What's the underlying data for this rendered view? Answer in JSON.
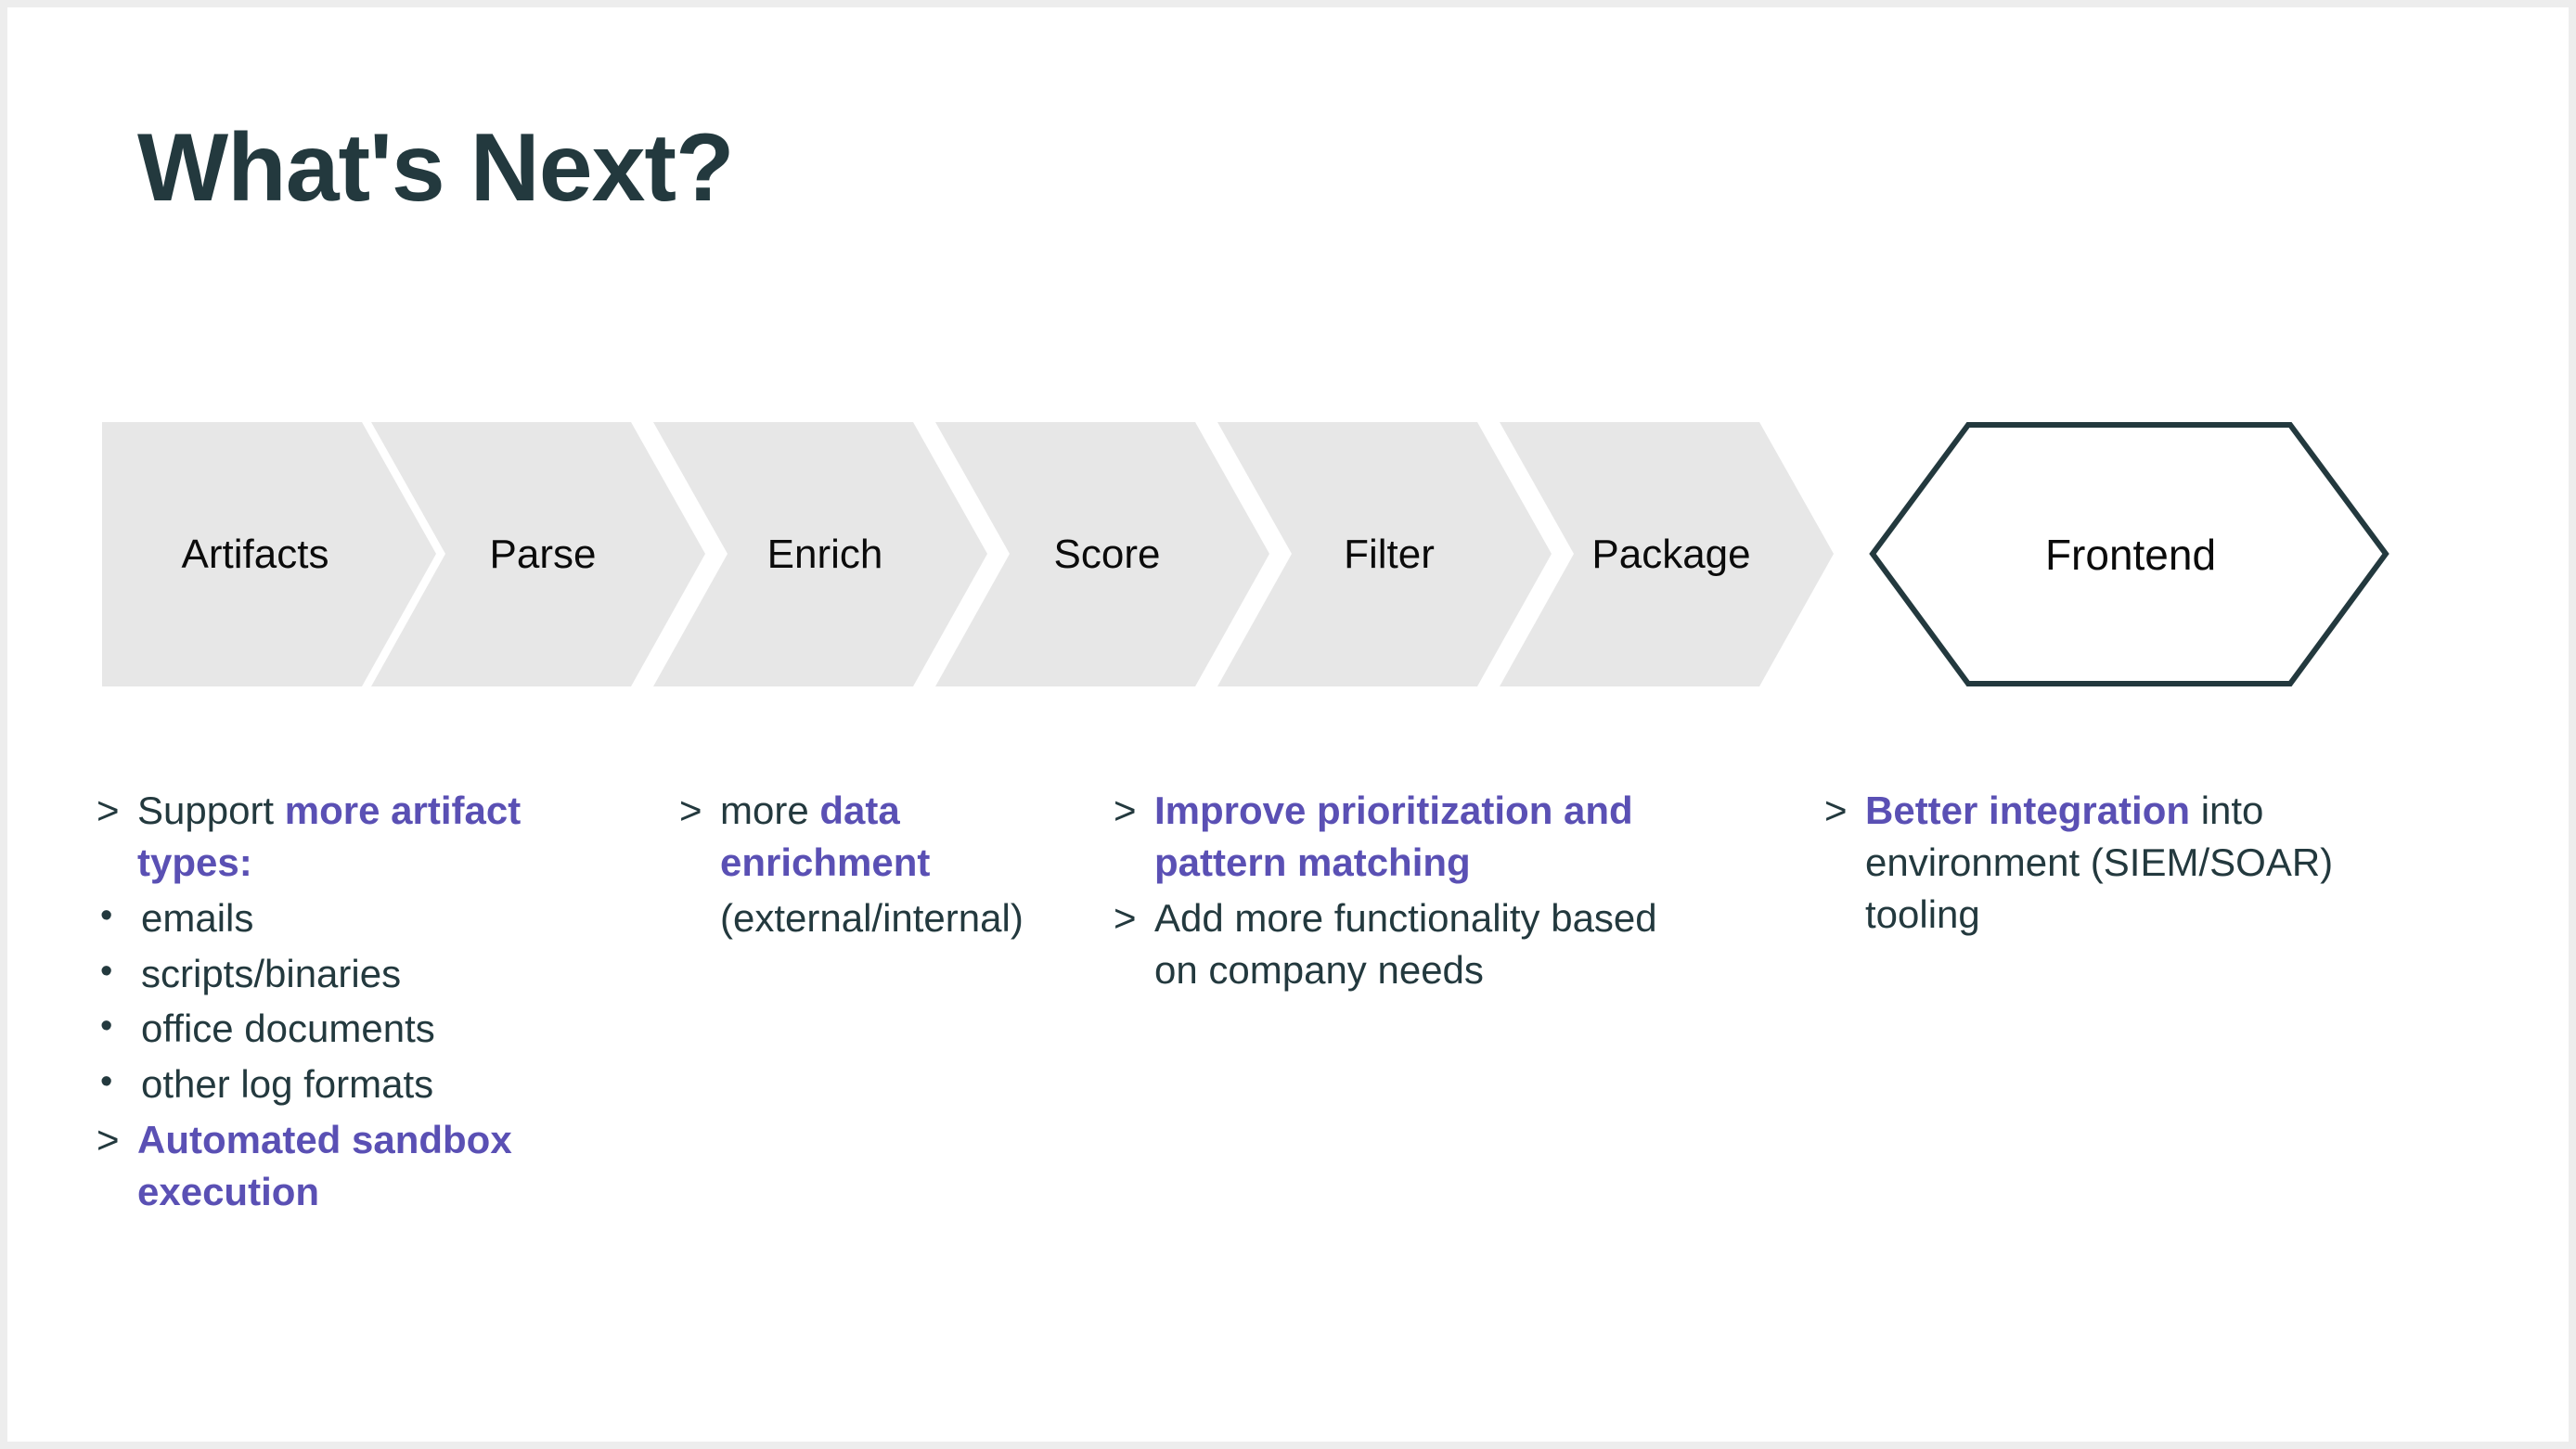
{
  "slide": {
    "title": "What's Next?",
    "background": "#ffffff",
    "border_color": "#ededed"
  },
  "colors": {
    "title_teal": "#23393e",
    "body_teal": "#23393e",
    "highlight_purple": "#5a50b4",
    "chevron_fill": "#e7e7e7",
    "chevron_text": "#0b0b0b",
    "hexagon_stroke": "#23393e",
    "hexagon_fill": "#ffffff"
  },
  "pipeline": {
    "stages": [
      {
        "label": "Artifacts",
        "shape": "chevron-flat-left"
      },
      {
        "label": "Parse",
        "shape": "chevron"
      },
      {
        "label": "Enrich",
        "shape": "chevron"
      },
      {
        "label": "Score",
        "shape": "chevron"
      },
      {
        "label": "Filter",
        "shape": "chevron"
      },
      {
        "label": "Package",
        "shape": "chevron"
      }
    ],
    "terminal": {
      "label": "Frontend",
      "shape": "hexagon-outline"
    }
  },
  "columns": [
    {
      "name": "artifacts-column",
      "items": [
        {
          "marker": ">",
          "segments": [
            {
              "text": "Support ",
              "style": "normal"
            },
            {
              "text": "more artifact types:",
              "style": "highlight"
            }
          ]
        },
        {
          "marker": "•",
          "segments": [
            {
              "text": "emails",
              "style": "normal"
            }
          ]
        },
        {
          "marker": "•",
          "segments": [
            {
              "text": "scripts/binaries",
              "style": "normal"
            }
          ]
        },
        {
          "marker": "•",
          "segments": [
            {
              "text": "office documents",
              "style": "normal"
            }
          ]
        },
        {
          "marker": "•",
          "segments": [
            {
              "text": "other log formats",
              "style": "normal"
            }
          ]
        },
        {
          "marker": ">",
          "segments": [
            {
              "text": "Automated sandbox execution",
              "style": "highlight"
            }
          ]
        }
      ]
    },
    {
      "name": "enrich-column",
      "items": [
        {
          "marker": ">",
          "segments": [
            {
              "text": "more ",
              "style": "normal"
            },
            {
              "text": "data enrichment",
              "style": "highlight"
            }
          ],
          "continuation": "(external/internal)"
        }
      ]
    },
    {
      "name": "score-filter-column",
      "items": [
        {
          "marker": ">",
          "segments": [
            {
              "text": "Improve prioritization and pattern matching",
              "style": "highlight"
            }
          ]
        },
        {
          "marker": ">",
          "segments": [
            {
              "text": "Add more functionality based on company needs",
              "style": "normal"
            }
          ]
        }
      ]
    },
    {
      "name": "frontend-column",
      "items": [
        {
          "marker": ">",
          "segments": [
            {
              "text": "Better integration",
              "style": "highlight"
            },
            {
              "text": " into environment (SIEM/SOAR) tooling",
              "style": "normal"
            }
          ]
        }
      ]
    }
  ]
}
